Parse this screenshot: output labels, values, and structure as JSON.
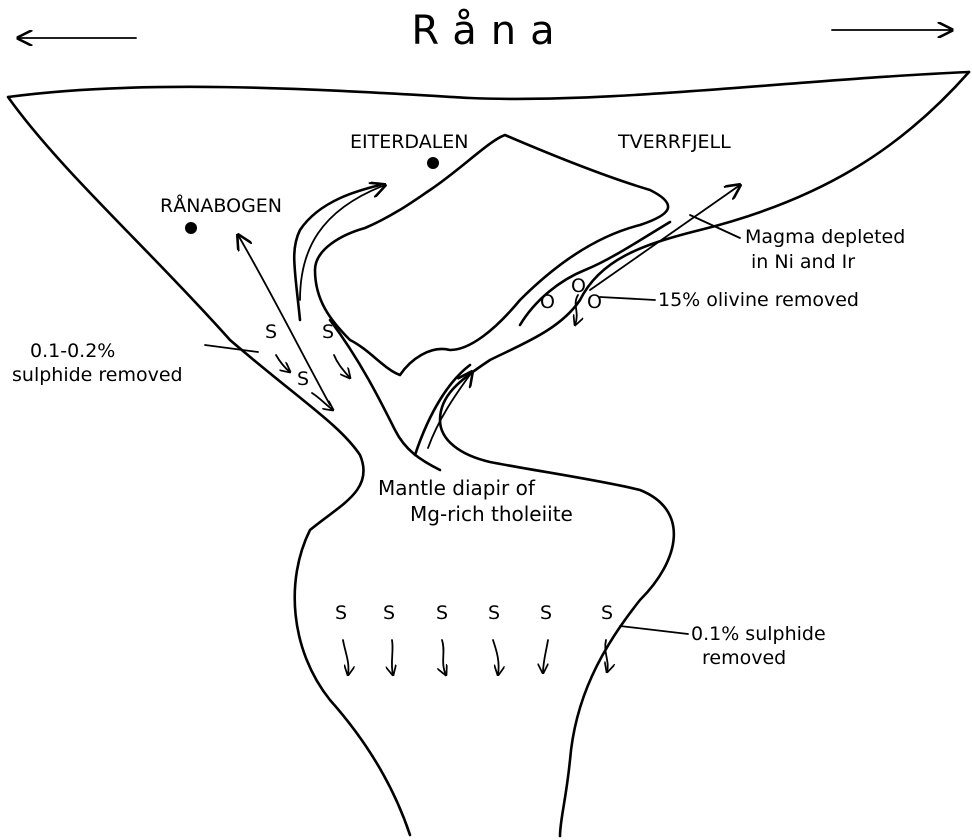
{
  "title": "Råna",
  "localities": [
    {
      "id": "ranabogen",
      "label": "RÅNABOGEN"
    },
    {
      "id": "eiterdalen",
      "label": "EITERDALEN"
    },
    {
      "id": "tverrfjell",
      "label": "TVERRFJELL"
    }
  ],
  "annotations": {
    "magma_depleted_line1": "Magma depleted",
    "magma_depleted_line2": "in Ni and Ir",
    "olivine_removed": "15% olivine removed",
    "sulphide_upper_line1": "0.1-0.2%",
    "sulphide_upper_line2": "sulphide removed",
    "diapir_line1": "Mantle diapir of",
    "diapir_line2": "Mg-rich tholeiite",
    "sulphide_lower_line1": "0.1% sulphide",
    "sulphide_lower_line2": "removed"
  },
  "symbols": {
    "sulphide": "S",
    "olivine": "O"
  },
  "colors": {
    "ink": "#000000",
    "background": "#ffffff"
  }
}
